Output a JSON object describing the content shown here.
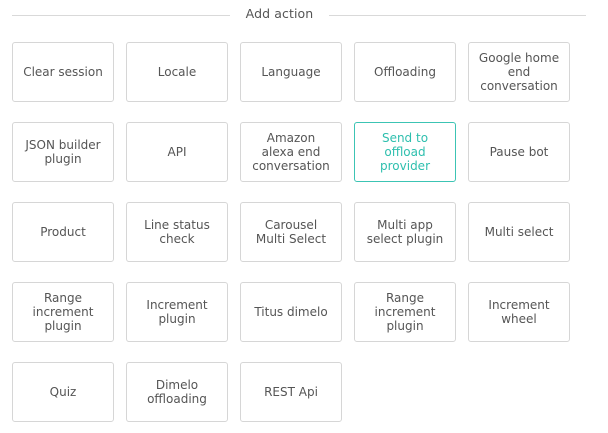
{
  "header": {
    "title": "Add action"
  },
  "colors": {
    "border": "#d6d6d6",
    "text": "#555555",
    "accent": "#2ebfae"
  },
  "actions": [
    {
      "label": "Clear session",
      "selected": false
    },
    {
      "label": "Locale",
      "selected": false
    },
    {
      "label": "Language",
      "selected": false
    },
    {
      "label": "Offloading",
      "selected": false
    },
    {
      "label": "Google home end conversation",
      "selected": false
    },
    {
      "label": "JSON builder plugin",
      "selected": false
    },
    {
      "label": "API",
      "selected": false
    },
    {
      "label": "Amazon alexa end conversation",
      "selected": false
    },
    {
      "label": "Send to offload provider",
      "selected": true
    },
    {
      "label": "Pause bot",
      "selected": false
    },
    {
      "label": "Product",
      "selected": false
    },
    {
      "label": "Line status check",
      "selected": false
    },
    {
      "label": "Carousel Multi Select",
      "selected": false
    },
    {
      "label": "Multi app select plugin",
      "selected": false
    },
    {
      "label": "Multi select",
      "selected": false
    },
    {
      "label": "Range increment plugin",
      "selected": false
    },
    {
      "label": "Increment plugin",
      "selected": false
    },
    {
      "label": "Titus dimelo",
      "selected": false
    },
    {
      "label": "Range increment plugin",
      "selected": false
    },
    {
      "label": "Increment wheel",
      "selected": false
    },
    {
      "label": "Quiz",
      "selected": false
    },
    {
      "label": "Dimelo offloading",
      "selected": false
    },
    {
      "label": "REST Api",
      "selected": false
    }
  ]
}
